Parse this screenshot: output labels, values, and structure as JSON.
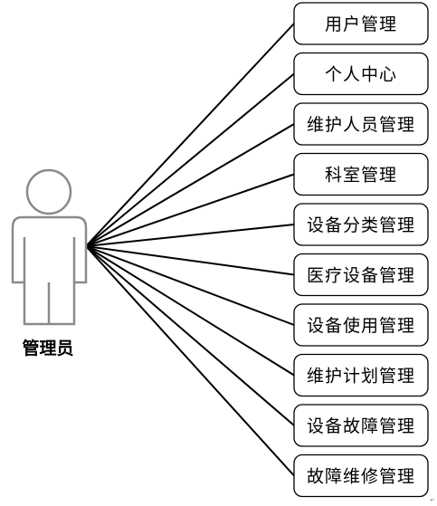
{
  "actor": {
    "label": "管理员",
    "icon": "actor-stick-figure-icon"
  },
  "use_cases": [
    {
      "label": "用户管理"
    },
    {
      "label": "个人中心"
    },
    {
      "label": "维护人员管理"
    },
    {
      "label": "科室管理"
    },
    {
      "label": "设备分类管理"
    },
    {
      "label": "医疗设备管理"
    },
    {
      "label": "设备使用管理"
    },
    {
      "label": "维护计划管理"
    },
    {
      "label": "设备故障管理"
    },
    {
      "label": "故障维修管理"
    }
  ],
  "footer_mark": "↵",
  "colors": {
    "actor_outline": "#8a8a8a",
    "line": "#000000",
    "box_border": "#000000",
    "background": "#ffffff"
  }
}
